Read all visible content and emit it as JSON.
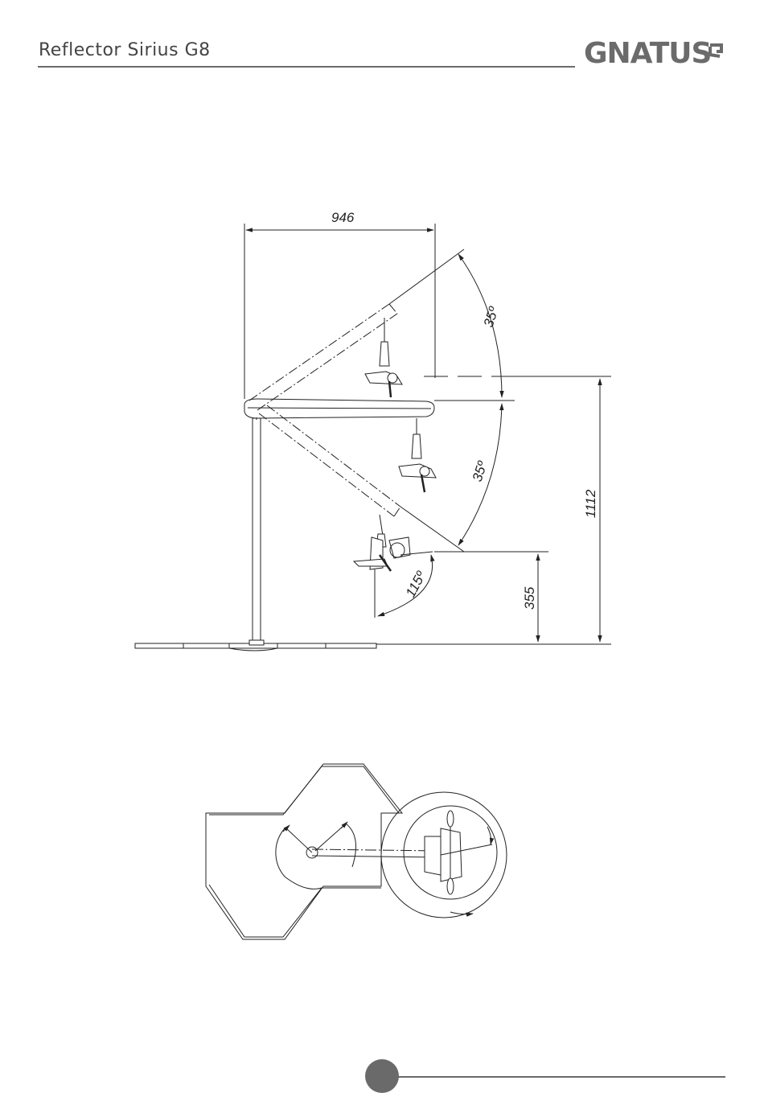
{
  "header": {
    "title": "Reflector Sirius G8",
    "logo": "GNATUS"
  },
  "dimensions": {
    "width": "946",
    "angle_up": "35º",
    "angle_down": "35º",
    "angle_head": "115º",
    "height_total": "1112",
    "height_min": "355"
  }
}
